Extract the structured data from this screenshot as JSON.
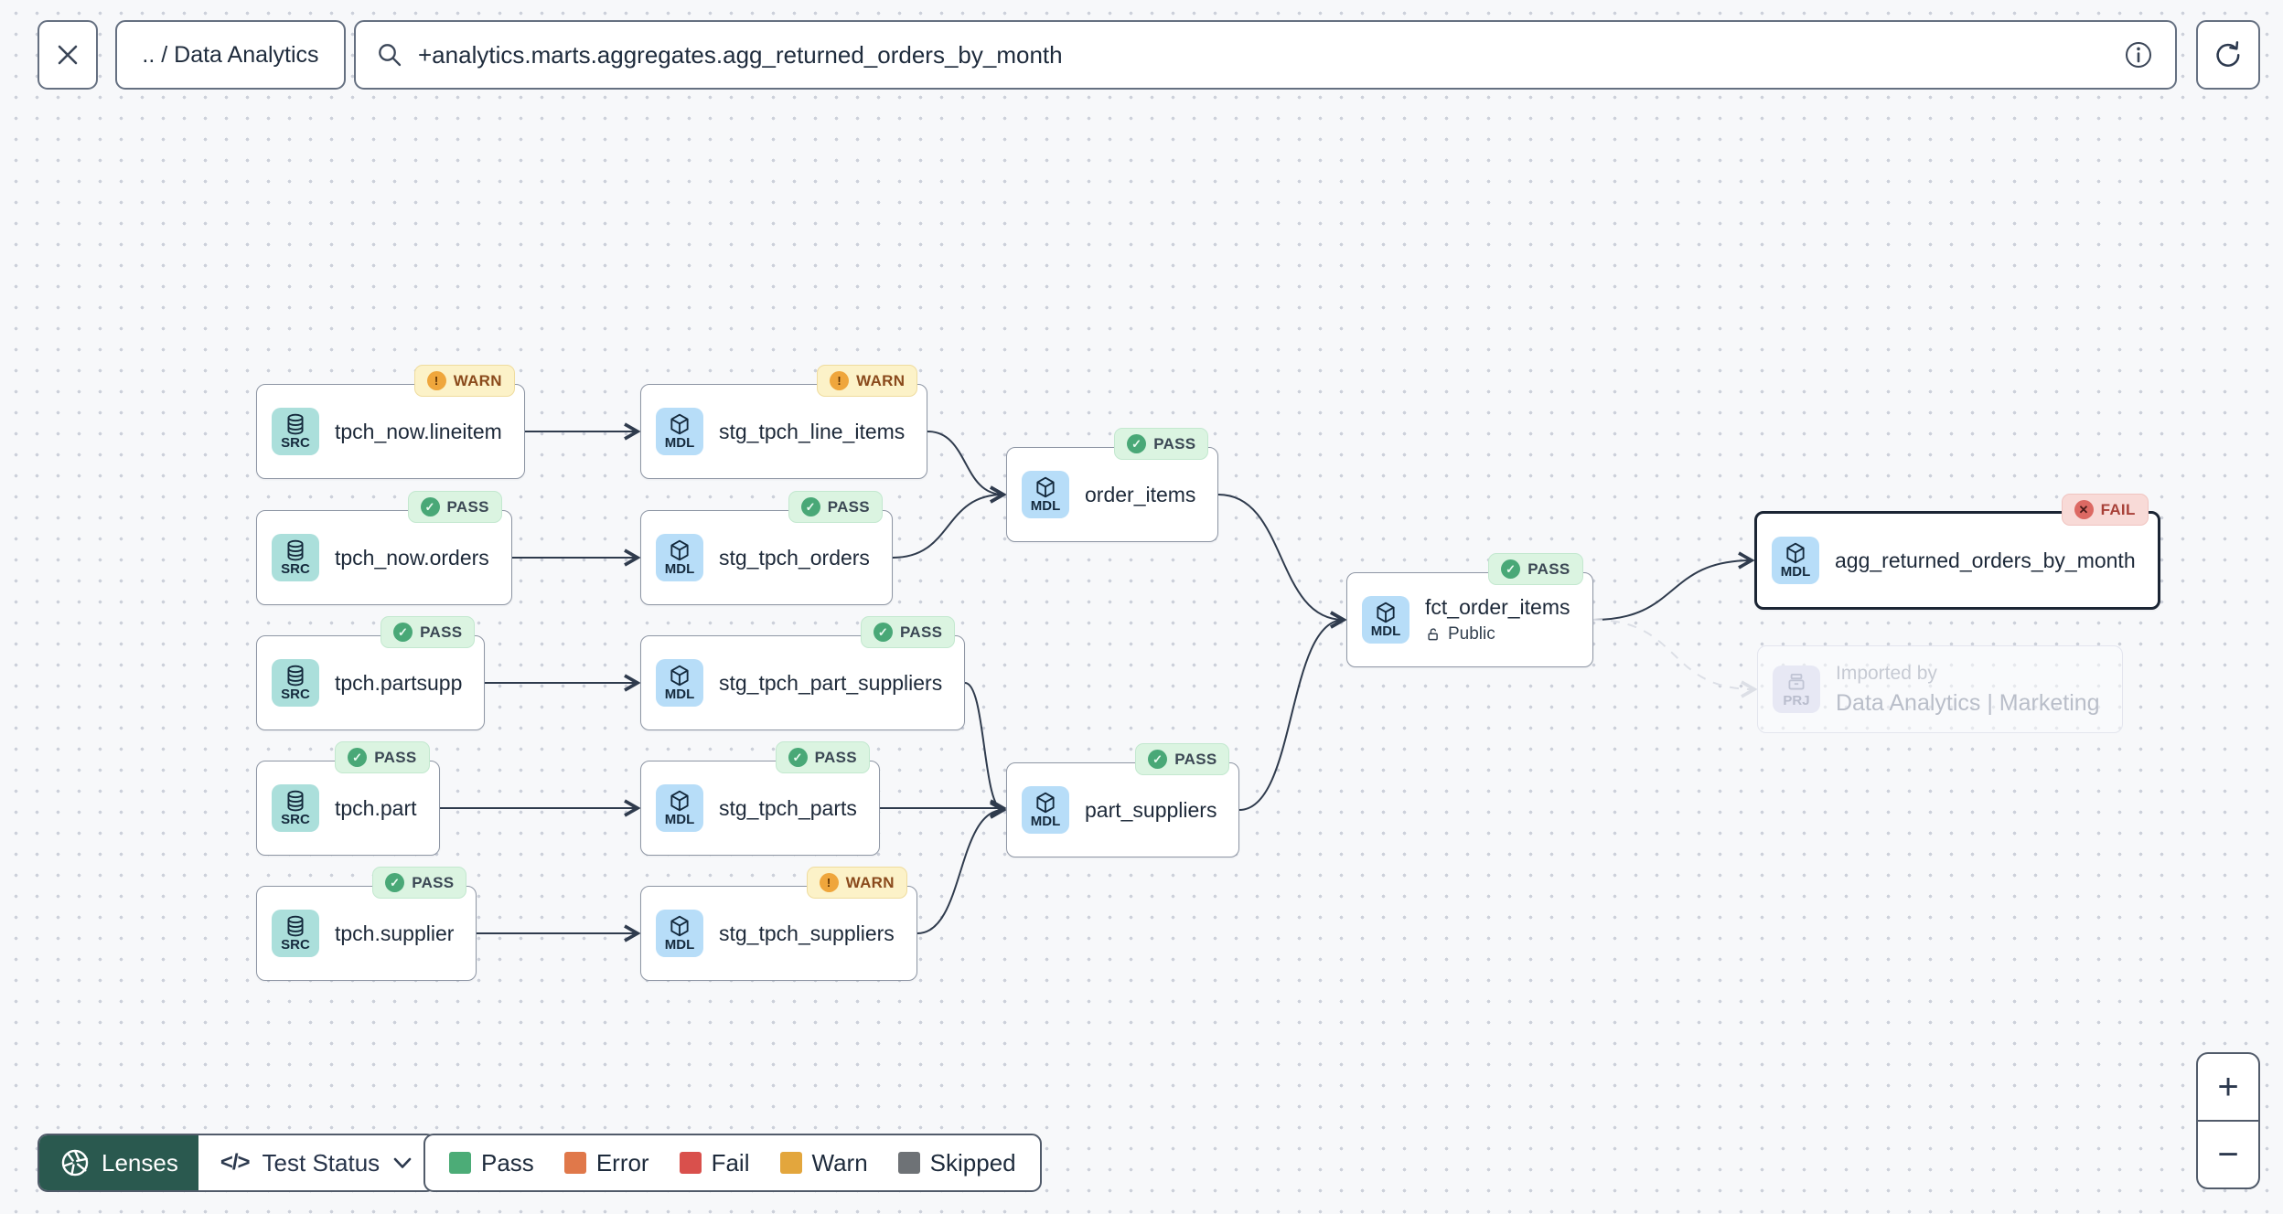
{
  "topbar": {
    "breadcrumb": ".. / Data Analytics",
    "search_value": "+analytics.marts.aggregates.agg_returned_orders_by_month"
  },
  "nodes": [
    {
      "id": "tpch_now_lineitem",
      "type": "SRC",
      "label": "tpch_now.lineitem",
      "status": "WARN"
    },
    {
      "id": "stg_tpch_line_items",
      "type": "MDL",
      "label": "stg_tpch_line_items",
      "status": "WARN"
    },
    {
      "id": "tpch_now_orders",
      "type": "SRC",
      "label": "tpch_now.orders",
      "status": "PASS"
    },
    {
      "id": "stg_tpch_orders",
      "type": "MDL",
      "label": "stg_tpch_orders",
      "status": "PASS"
    },
    {
      "id": "tpch_partsupp",
      "type": "SRC",
      "label": "tpch.partsupp",
      "status": "PASS"
    },
    {
      "id": "stg_tpch_part_suppliers",
      "type": "MDL",
      "label": "stg_tpch_part_suppliers",
      "status": "PASS"
    },
    {
      "id": "tpch_part",
      "type": "SRC",
      "label": "tpch.part",
      "status": "PASS"
    },
    {
      "id": "stg_tpch_parts",
      "type": "MDL",
      "label": "stg_tpch_parts",
      "status": "PASS"
    },
    {
      "id": "tpch_supplier",
      "type": "SRC",
      "label": "tpch.supplier",
      "status": "PASS"
    },
    {
      "id": "stg_tpch_suppliers",
      "type": "MDL",
      "label": "stg_tpch_suppliers",
      "status": "WARN"
    },
    {
      "id": "order_items",
      "type": "MDL",
      "label": "order_items",
      "status": "PASS"
    },
    {
      "id": "part_suppliers",
      "type": "MDL",
      "label": "part_suppliers",
      "status": "PASS"
    },
    {
      "id": "fct_order_items",
      "type": "MDL",
      "label": "fct_order_items",
      "status": "PASS",
      "access": "Public"
    },
    {
      "id": "agg_returned_orders_by_month",
      "type": "MDL",
      "label": "agg_returned_orders_by_month",
      "status": "FAIL",
      "selected": true
    },
    {
      "id": "imported_by",
      "type": "PRJ",
      "label_top": "Imported by",
      "label": "Data Analytics | Marketing",
      "faded": true
    }
  ],
  "badge_glyphs": {
    "PASS": "✓",
    "WARN": "!",
    "FAIL": "✕"
  },
  "toolbar": {
    "lenses_label": "Lenses",
    "lens_selector_label": "Test Status",
    "code_icon_text": "</>"
  },
  "legend": {
    "items": [
      {
        "label": "Pass",
        "color": "#4cac77"
      },
      {
        "label": "Error",
        "color": "#e0784a"
      },
      {
        "label": "Fail",
        "color": "#d9504c"
      },
      {
        "label": "Warn",
        "color": "#e3a63d"
      },
      {
        "label": "Skipped",
        "color": "#6e7276"
      }
    ]
  },
  "zoom_controls": {
    "zoom_in": "+",
    "zoom_out": "−"
  },
  "colors": {
    "canvas_bg": "#f7f8fa",
    "edge": "#2f3b4d",
    "edge_dashed": "#dcdfe6",
    "src_icon_bg": "#abdfdb",
    "mdl_icon_bg": "#b7ddf8",
    "prj_icon_bg": "#e7e8f4",
    "pass_badge_bg": "#dbf4e1",
    "warn_badge_bg": "#fcf2c8",
    "fail_badge_bg": "#f8dad7",
    "lenses_btn_bg": "#2a594f",
    "selected_border": "#1b2534"
  }
}
